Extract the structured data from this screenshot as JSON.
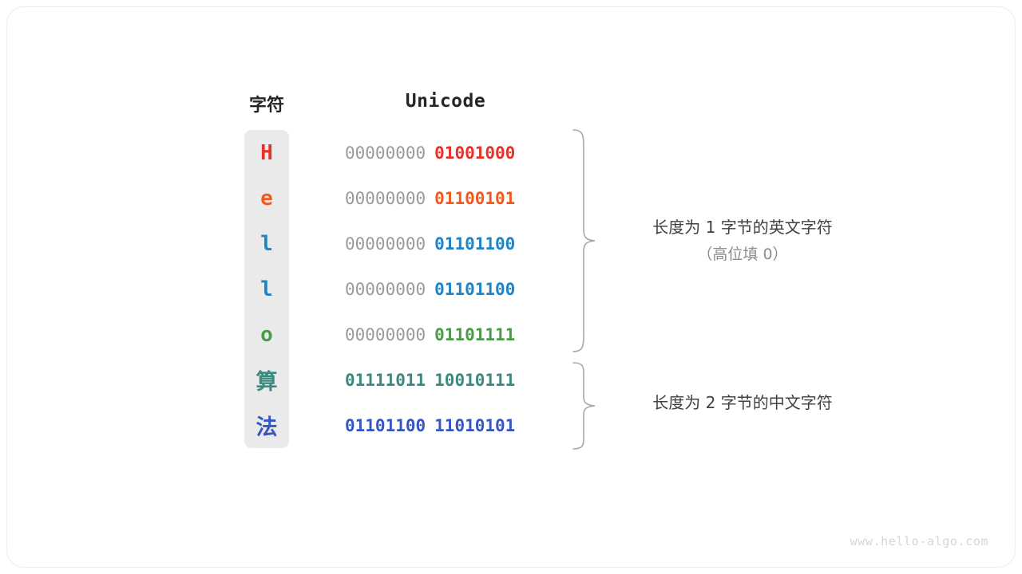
{
  "figure": {
    "headers": {
      "character": "字符",
      "unicode": "Unicode"
    },
    "rows": [
      {
        "char": "H",
        "color": "#e8312a",
        "high_byte": "00000000",
        "low_byte": "01001000",
        "high_filled": false,
        "cjk": false
      },
      {
        "char": "e",
        "color": "#f05a1e",
        "high_byte": "00000000",
        "low_byte": "01100101",
        "high_filled": false,
        "cjk": false
      },
      {
        "char": "l",
        "color": "#1f83c8",
        "high_byte": "00000000",
        "low_byte": "01101100",
        "high_filled": false,
        "cjk": false
      },
      {
        "char": "l",
        "color": "#1f83c8",
        "high_byte": "00000000",
        "low_byte": "01101100",
        "high_filled": false,
        "cjk": false
      },
      {
        "char": "o",
        "color": "#4a9b47",
        "high_byte": "00000000",
        "low_byte": "01101111",
        "high_filled": false,
        "cjk": false
      },
      {
        "char": "算",
        "color": "#3a8a80",
        "high_byte": "01111011",
        "low_byte": "10010111",
        "high_filled": true,
        "cjk": true
      },
      {
        "char": "法",
        "color": "#3656c4",
        "high_byte": "01101100",
        "low_byte": "11010101",
        "high_filled": true,
        "cjk": true
      }
    ],
    "annotations": [
      {
        "text": "长度为 1 字节的英文字符",
        "subtext": "（高位填 0）"
      },
      {
        "text": "长度为 2 字节的中文字符",
        "subtext": ""
      }
    ],
    "watermark": "www.hello-algo.com",
    "colors": {
      "char_column_background": "#eaeaea",
      "high_byte_gray": "#9a9a9a",
      "brace_gray": "#a8a8a8",
      "header_text": "#262626",
      "annotation_text": "#404040",
      "annotation_subtext": "#8c8c8c",
      "card_border": "#ececec",
      "watermark": "#d6d6d6"
    }
  }
}
